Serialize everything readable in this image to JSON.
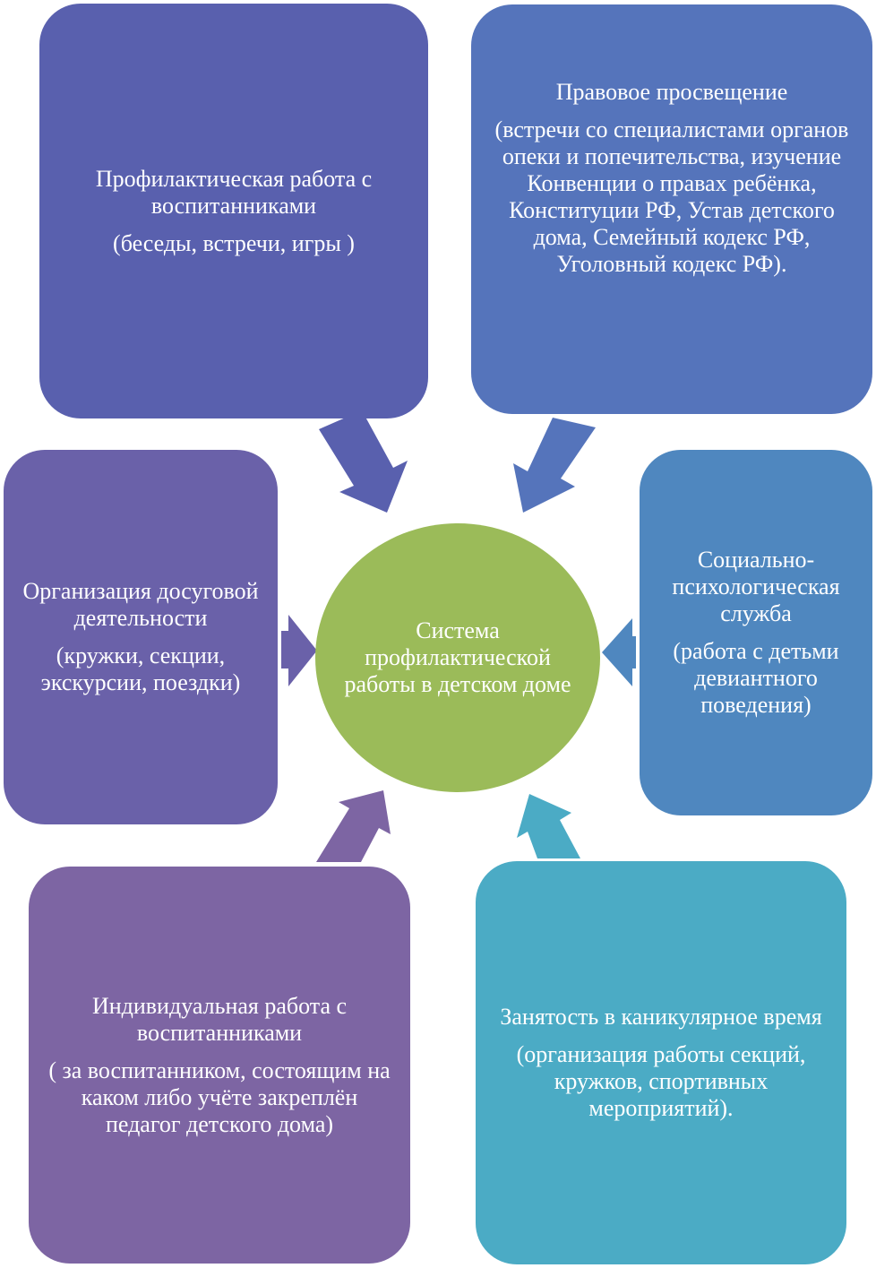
{
  "colors": {
    "top_left": "#5960AE",
    "top_right": "#5574BB",
    "mid_left": "#6A61A9",
    "mid_right": "#4F87BF",
    "bot_left": "#7D65A3",
    "bot_right": "#4BABC5",
    "center": "#9BBB59"
  },
  "center": {
    "text": "Система профилактической работы в детском доме"
  },
  "nodes": {
    "top_left": {
      "title": "Профилактическая работа с воспитанниками",
      "detail": "(беседы, встречи, игры )"
    },
    "top_right": {
      "title": "Правовое просвещение",
      "detail": "(встречи со специалистами органов опеки и попечительства, изучение Конвенции о правах ребёнка, Конституции РФ, Устав детского дома, Семейный кодекс РФ, Уголовный кодекс РФ)."
    },
    "mid_left": {
      "title": "Организация досуговой деятельности",
      "detail": "(кружки, секции, экскурсии, поездки)"
    },
    "mid_right": {
      "title": "Социально-психологическая служба",
      "detail": "(работа с детьми девиантного поведения)"
    },
    "bot_left": {
      "title": "Индивидуальная работа с воспитанниками",
      "detail": "( за воспитанником, состоящим на каком либо учёте закреплён педагог детского дома)"
    },
    "bot_right": {
      "title": "Занятость в каникулярное время",
      "detail": "(организация работы секций, кружков, спортивных мероприятий)."
    }
  }
}
